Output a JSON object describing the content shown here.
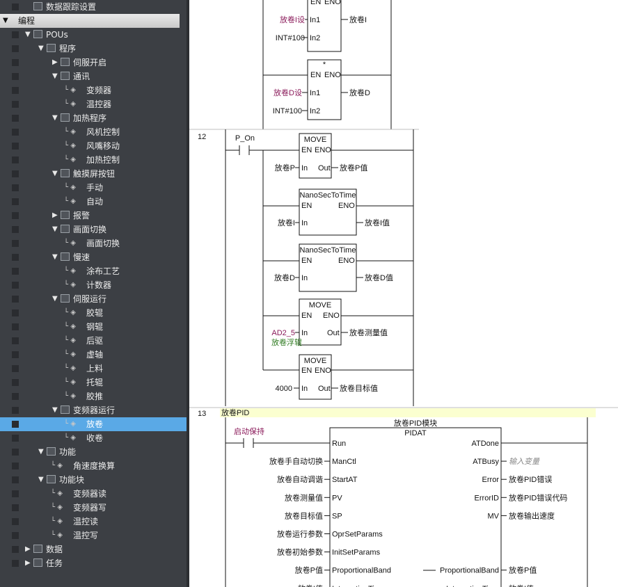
{
  "sidebar": {
    "rows": [
      {
        "label": "数据跟踪设置",
        "indent": 66,
        "arrow": "",
        "icon": "chart-icon"
      },
      {
        "label": "编程",
        "indent": 26,
        "arrow": "▼",
        "cat": true
      },
      {
        "label": "POUs",
        "indent": 66,
        "arrow": "▼",
        "icon": "pou-icon"
      },
      {
        "label": "程序",
        "indent": 85,
        "arrow": "▼",
        "icon": "program-icon"
      },
      {
        "label": "伺服开启",
        "indent": 105,
        "arrow": "▶",
        "icon": "ld-icon"
      },
      {
        "label": "通讯",
        "indent": 105,
        "arrow": "▼",
        "icon": "ld-icon"
      },
      {
        "label": "变频器",
        "indent": 124,
        "arrow": "",
        "icon": "leaf"
      },
      {
        "label": "温控器",
        "indent": 124,
        "arrow": "",
        "icon": "leaf"
      },
      {
        "label": "加热程序",
        "indent": 105,
        "arrow": "▼",
        "icon": "ld-icon"
      },
      {
        "label": "风机控制",
        "indent": 124,
        "arrow": "",
        "icon": "leaf"
      },
      {
        "label": "风嘴移动",
        "indent": 124,
        "arrow": "",
        "icon": "leaf"
      },
      {
        "label": "加热控制",
        "indent": 124,
        "arrow": "",
        "icon": "leaf"
      },
      {
        "label": "触摸屏按钮",
        "indent": 105,
        "arrow": "▼",
        "icon": "ld-icon"
      },
      {
        "label": "手动",
        "indent": 124,
        "arrow": "",
        "icon": "leaf"
      },
      {
        "label": "自动",
        "indent": 124,
        "arrow": "",
        "icon": "leaf"
      },
      {
        "label": "报警",
        "indent": 105,
        "arrow": "▶",
        "icon": "ld-icon"
      },
      {
        "label": "画面切换",
        "indent": 105,
        "arrow": "▼",
        "icon": "ld-icon"
      },
      {
        "label": "画面切换",
        "indent": 124,
        "arrow": "",
        "icon": "leaf"
      },
      {
        "label": "慢速",
        "indent": 105,
        "arrow": "▼",
        "icon": "ld-icon"
      },
      {
        "label": "涂布工艺",
        "indent": 124,
        "arrow": "",
        "icon": "leaf"
      },
      {
        "label": "计数器",
        "indent": 124,
        "arrow": "",
        "icon": "leaf"
      },
      {
        "label": "伺服运行",
        "indent": 105,
        "arrow": "▼",
        "icon": "ld-icon"
      },
      {
        "label": "胶辊",
        "indent": 124,
        "arrow": "",
        "icon": "leaf"
      },
      {
        "label": "钢辊",
        "indent": 124,
        "arrow": "",
        "icon": "leaf"
      },
      {
        "label": "后驱",
        "indent": 124,
        "arrow": "",
        "icon": "leaf"
      },
      {
        "label": "虚轴",
        "indent": 124,
        "arrow": "",
        "icon": "leaf"
      },
      {
        "label": "上料",
        "indent": 124,
        "arrow": "",
        "icon": "leaf"
      },
      {
        "label": "托辊",
        "indent": 124,
        "arrow": "",
        "icon": "leaf"
      },
      {
        "label": "胶推",
        "indent": 124,
        "arrow": "",
        "icon": "leaf"
      },
      {
        "label": "变频器运行",
        "indent": 105,
        "arrow": "▼",
        "icon": "ld-icon"
      },
      {
        "label": "放卷",
        "indent": 124,
        "arrow": "",
        "icon": "leaf",
        "sel": true
      },
      {
        "label": "收卷",
        "indent": 124,
        "arrow": "",
        "icon": "leaf"
      },
      {
        "label": "功能",
        "indent": 85,
        "arrow": "▼",
        "icon": "function-icon"
      },
      {
        "label": "角速度换算",
        "indent": 105,
        "arrow": "",
        "icon": "leaf"
      },
      {
        "label": "功能块",
        "indent": 85,
        "arrow": "▼",
        "icon": "function-block-icon"
      },
      {
        "label": "变频器读",
        "indent": 105,
        "arrow": "",
        "icon": "leaf"
      },
      {
        "label": "变频器写",
        "indent": 105,
        "arrow": "",
        "icon": "leaf"
      },
      {
        "label": "温控读",
        "indent": 105,
        "arrow": "",
        "icon": "leaf"
      },
      {
        "label": "温控写",
        "indent": 105,
        "arrow": "",
        "icon": "leaf"
      },
      {
        "label": "数据",
        "indent": 66,
        "arrow": "▶",
        "icon": "data-icon"
      },
      {
        "label": "任务",
        "indent": 66,
        "arrow": "▶",
        "icon": "task-icon"
      }
    ]
  },
  "ladder": {
    "top_partial": {
      "en": "EN",
      "eno": "ENO",
      "box1": {
        "in1_var": "放卷I设",
        "in1": "In1",
        "in2_var": "INT#100",
        "in2": "In2",
        "out": "放卷I"
      },
      "box2": {
        "op": "*",
        "in1_var": "放卷D设",
        "in1": "In1",
        "in2_var": "INT#100",
        "in2": "In2",
        "out": "放卷D"
      }
    },
    "rung12": {
      "number": "12",
      "contact": "P_On",
      "fb1": {
        "title": "MOVE",
        "en": "EN",
        "eno": "ENO",
        "in_var": "放卷P",
        "in": "In",
        "out": "Out",
        "out_var": "放卷P值"
      },
      "fb2": {
        "title": "NanoSecToTime",
        "en": "EN",
        "eno": "ENO",
        "in_var": "放卷I",
        "in": "In",
        "out_var": "放卷I值"
      },
      "fb3": {
        "title": "NanoSecToTime",
        "en": "EN",
        "eno": "ENO",
        "in_var": "放卷D",
        "in": "In",
        "out_var": "放卷D值"
      },
      "fb4": {
        "title": "MOVE",
        "en": "EN",
        "eno": "ENO",
        "in_var": "AD2_5",
        "in_comment": "放卷浮辊",
        "in": "In",
        "out": "Out",
        "out_var": "放卷测量值"
      },
      "fb5": {
        "title": "MOVE",
        "en": "EN",
        "eno": "ENO",
        "in_var": "4000",
        "in": "In",
        "out": "Out",
        "out_var": "放卷目标值"
      }
    },
    "rung13": {
      "number": "13",
      "comment": "放卷PID",
      "contact": "启动保持",
      "instance": "放卷PID模块",
      "fb_type": "PIDAT",
      "inputs": [
        {
          "var": "",
          "pin": "Run"
        },
        {
          "var": "放卷手自动切换",
          "pin": "ManCtl"
        },
        {
          "var": "放卷自动调谐",
          "pin": "StartAT"
        },
        {
          "var": "放卷测量值",
          "pin": "PV"
        },
        {
          "var": "放卷目标值",
          "pin": "SP"
        },
        {
          "var": "放卷运行参数",
          "pin": "OprSetParams"
        },
        {
          "var": "放卷初始参数",
          "pin": "InitSetParams"
        },
        {
          "var": "放卷P值",
          "pin": "ProportionalBand"
        },
        {
          "var": "放卷I值",
          "pin": "IntegrationTime"
        }
      ],
      "outputs": [
        {
          "pin": "ATDone",
          "var": ""
        },
        {
          "pin": "ATBusy",
          "var": "输入变量"
        },
        {
          "pin": "Error",
          "var": "放卷PID错误"
        },
        {
          "pin": "ErrorID",
          "var": "放卷PID错误代码"
        },
        {
          "pin": "MV",
          "var": "放卷输出速度"
        },
        {
          "pin": "",
          "var": ""
        },
        {
          "pin": "",
          "var": ""
        },
        {
          "pin": "ProportionalBand",
          "var": "放卷P值"
        },
        {
          "pin": "IntegrationTime",
          "var": "放卷I值"
        }
      ]
    }
  }
}
